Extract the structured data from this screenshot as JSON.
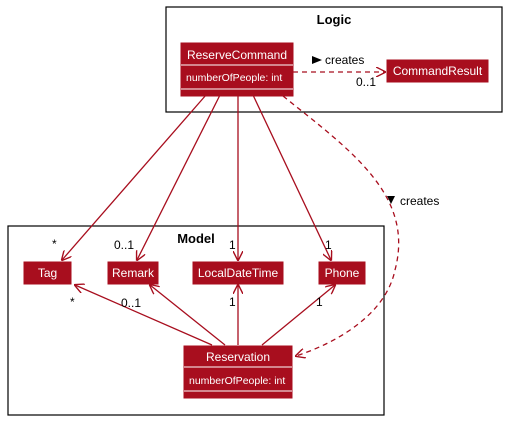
{
  "packages": {
    "logic": {
      "title": "Logic"
    },
    "model": {
      "title": "Model"
    }
  },
  "classes": {
    "reserve_command": {
      "name": "ReserveCommand",
      "attribute": "numberOfPeople: int"
    },
    "command_result": {
      "name": "CommandResult"
    },
    "tag": {
      "name": "Tag"
    },
    "remark": {
      "name": "Remark"
    },
    "local_date_time": {
      "name": "LocalDateTime"
    },
    "phone": {
      "name": "Phone"
    },
    "reservation": {
      "name": "Reservation",
      "attribute": "numberOfPeople: int"
    }
  },
  "relations": {
    "creates_result": {
      "label": "creates",
      "multiplicity": "0..1"
    },
    "creates_reservation": {
      "label": "creates"
    },
    "to_tag": {
      "multiplicity": "*"
    },
    "to_remark": {
      "multiplicity": "0..1"
    },
    "to_local_date_time": {
      "multiplicity": "1"
    },
    "to_phone": {
      "multiplicity": "1"
    },
    "res_to_tag": {
      "multiplicity": "*"
    },
    "res_to_remark": {
      "multiplicity": "0..1"
    },
    "res_to_local_date_time": {
      "multiplicity": "1"
    },
    "res_to_phone": {
      "multiplicity": "1"
    }
  },
  "colors": {
    "class_fill": "#A80E1E",
    "class_text": "#FFFFFF",
    "edge": "#A80E1E",
    "package_border": "#000000",
    "label_text": "#000000"
  }
}
